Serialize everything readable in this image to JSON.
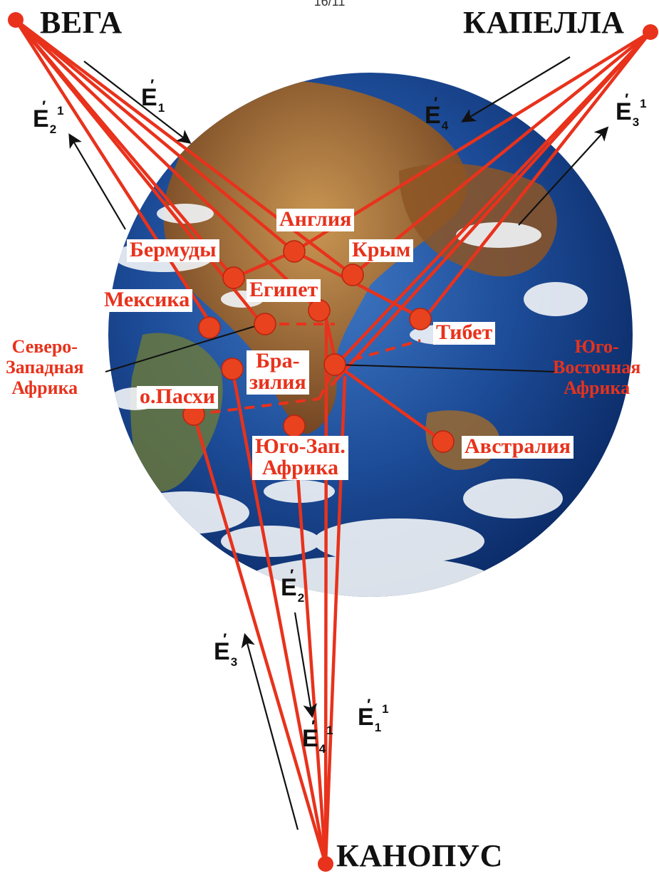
{
  "page_number": "16/11",
  "stars": {
    "vega": "ВЕГА",
    "capella": "КАПЕЛЛА",
    "canopus": "КАНОПУС"
  },
  "sites": {
    "england": "Англия",
    "bermuda": "Бермуды",
    "crimea": "Крым",
    "egypt": "Египет",
    "mexico": "Мексика",
    "tibet": "Тибет",
    "brazil": "Бра-\nзилия",
    "easter_island": "о.Пасхи",
    "southwest_africa": "Юго-Зап.\nАфрика",
    "australia": "Австралия",
    "northwest_africa": "Северо-\nЗападная\nАфрика",
    "southeast_africa": "Юго-\nВосточная\nАфрика"
  },
  "energy_labels": {
    "e1": {
      "letter": "E",
      "sub": "1",
      "sup": ""
    },
    "e2_1_top": {
      "letter": "E",
      "sub": "2",
      "sup": "1"
    },
    "e4": {
      "letter": "E",
      "sub": "4",
      "sup": ""
    },
    "e3_1": {
      "letter": "E",
      "sub": "3",
      "sup": "1"
    },
    "e2": {
      "letter": "E",
      "sub": "2",
      "sup": ""
    },
    "e3": {
      "letter": "E",
      "sub": "3",
      "sup": ""
    },
    "e4_1": {
      "letter": "E",
      "sub": "4",
      "sup": "1"
    },
    "e1_1": {
      "letter": "E",
      "sub": "1",
      "sup": "1"
    }
  },
  "colors": {
    "line_red": "#e8321c",
    "dot_red": "#e8421f",
    "ocean_deep": "#0b2a66",
    "ocean_light": "#3f78c4",
    "cloud": "#f2f5f8",
    "land": "#a8652a",
    "arrow_black": "#111111"
  }
}
